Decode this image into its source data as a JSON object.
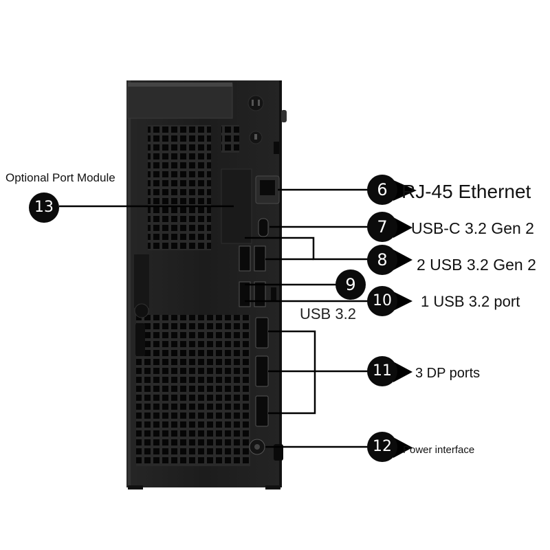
{
  "callouts": {
    "c6": {
      "number": "6",
      "label": "RJ-45 Ethernet"
    },
    "c7": {
      "number": "7",
      "label": "USB-C 3.2 Gen 2"
    },
    "c8": {
      "number": "8",
      "label": "2 USB 3.2 Gen 2"
    },
    "c9": {
      "number": "9",
      "label": "USB 3.2"
    },
    "c10": {
      "number": "10",
      "label": "1 USB 3.2 port"
    },
    "c11": {
      "number": "11",
      "label": "3 DP ports"
    },
    "c12": {
      "number": "12",
      "label": "Power interface"
    },
    "c13": {
      "number": "13",
      "label": "Optional Port Module"
    }
  },
  "colors": {
    "chassis": "#1d1d1d",
    "callout": "#0b0b0b",
    "line": "#000000"
  }
}
